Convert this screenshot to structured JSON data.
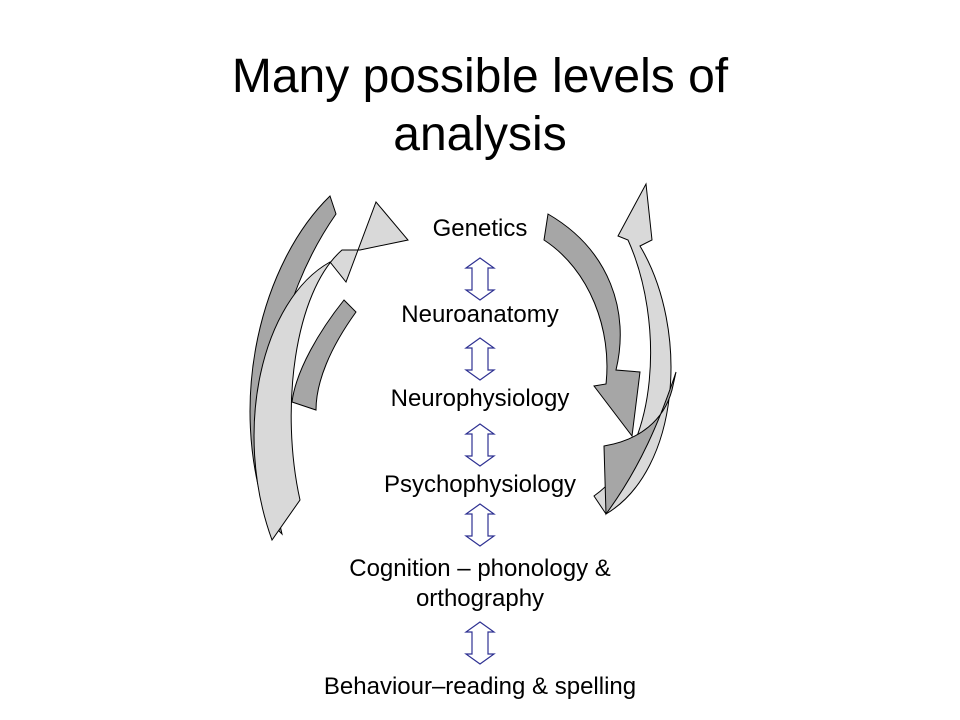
{
  "slide": {
    "title_line1": "Many possible levels of",
    "title_line2": "analysis",
    "levels": [
      {
        "line1": "Genetics",
        "line2": ""
      },
      {
        "line1": "Neuroanatomy",
        "line2": ""
      },
      {
        "line1": "Neurophysiology",
        "line2": ""
      },
      {
        "line1": "Psychophysiology",
        "line2": ""
      },
      {
        "line1": "Cognition – phonology  &",
        "line2": "orthography"
      },
      {
        "line1": "Behaviour–reading  & spelling",
        "line2": ""
      }
    ],
    "colors": {
      "text": "#000000",
      "arrow_outline": "#2e3192",
      "curve_dark": "#a6a6a6",
      "curve_light": "#d9d9d9",
      "curve_stroke": "#000000"
    },
    "icons": [
      "double-headed-vertical-arrow-icon",
      "curved-arrow-icon"
    ]
  }
}
